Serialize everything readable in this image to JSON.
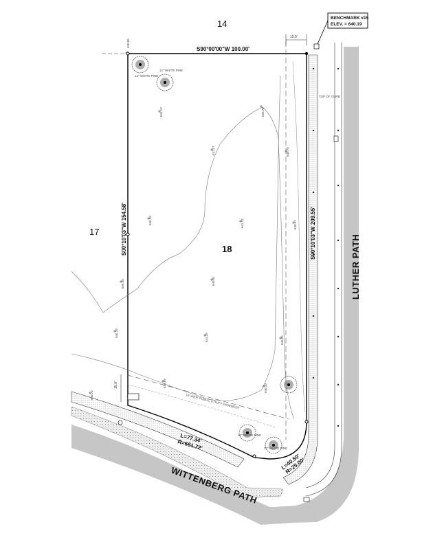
{
  "lots": {
    "north": "14",
    "west": "17",
    "subject": "18"
  },
  "streets": {
    "east": "LUTHER PATH",
    "south": "WITTENBERG PATH"
  },
  "bearings": {
    "north": "S90°00'00\"W  100.00'",
    "west": "S00°10'03\"W  154.58'",
    "east": "S00°10'03\"W  209.55'"
  },
  "curves": {
    "south_arc_length": "L=77.34'",
    "south_arc_radius": "R=661.72'",
    "corner_arc_length": "L=40.50'",
    "corner_arc_radius": "R=25.00'"
  },
  "dimensions": {
    "top_offset": "15.0'",
    "left_offset": "15.0'"
  },
  "benchmark": {
    "line1": "BENCHMARK #15",
    "line2": "ELEV. = 640.19"
  },
  "annotations": {
    "top_of_curb": "TOP OF CURB",
    "easement": "10' WIDE PUBLIC UTILITY EASEMENT",
    "tree_label_1": "12\" WHITE PINE",
    "tree_label_2": "12\" WHITE PINE",
    "tree_label_3": "12\" WHITE PINE",
    "tree_label_4": "12\" WHITE PINE"
  },
  "elevations": [
    "640.85",
    "641.12",
    "639.76",
    "641.07",
    "640.70",
    "640.28",
    "641.22",
    "640.47",
    "640.91",
    "639.58",
    "640.33",
    "641.26",
    "640.05",
    "639.89",
    "640.72",
    "640.10"
  ]
}
